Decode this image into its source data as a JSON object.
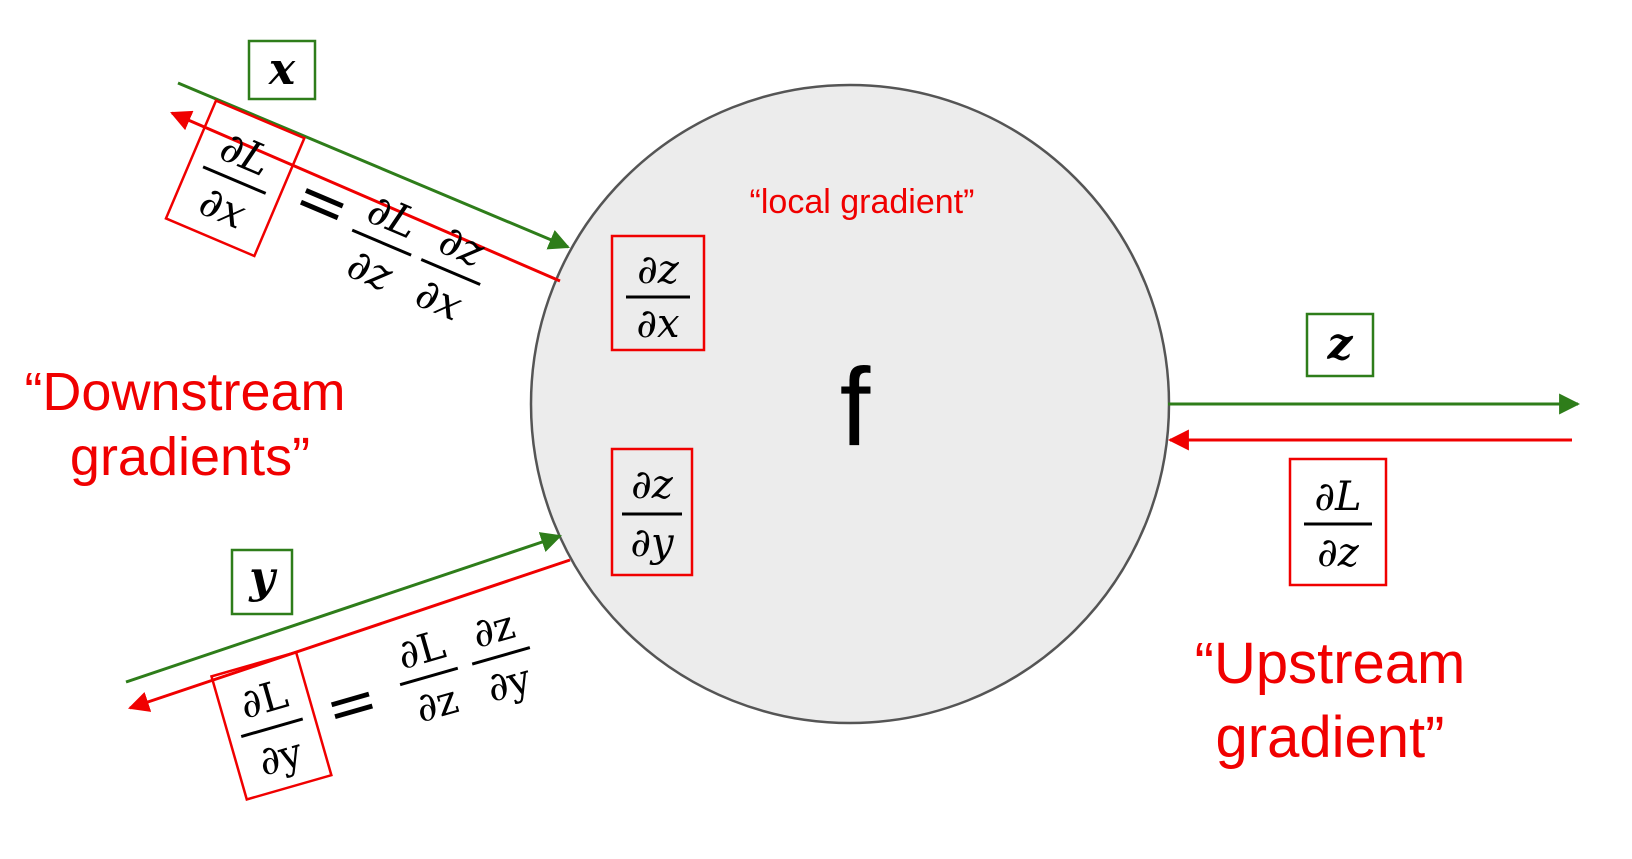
{
  "node": {
    "label": "f",
    "local_gradient_caption": "“local gradient”"
  },
  "inputs": {
    "x": {
      "symbol": "x"
    },
    "y": {
      "symbol": "y"
    }
  },
  "output": {
    "symbol": "z"
  },
  "labels": {
    "downstream_line1": "“Downstream",
    "downstream_line2": "gradients”",
    "upstream_line1": "“Upstream",
    "upstream_line2": "gradient”"
  },
  "fractions": {
    "dz_dx": {
      "num": "∂z",
      "den": "∂x"
    },
    "dz_dy": {
      "num": "∂z",
      "den": "∂y"
    },
    "dL_dz_out": {
      "num": "∂L",
      "den": "∂z"
    },
    "dL_dx": {
      "num": "∂L",
      "den": "∂x"
    },
    "dL_dx_rhs1": {
      "num": "∂L",
      "den": "∂z"
    },
    "dL_dx_rhs2": {
      "num": "∂z",
      "den": "∂x"
    },
    "dL_dy": {
      "num": "∂L",
      "den": "∂y"
    },
    "dL_dy_rhs1": {
      "num": "∂L",
      "den": "∂z"
    },
    "dL_dy_rhs2": {
      "num": "∂z",
      "den": "∂y"
    }
  },
  "equals": "="
}
